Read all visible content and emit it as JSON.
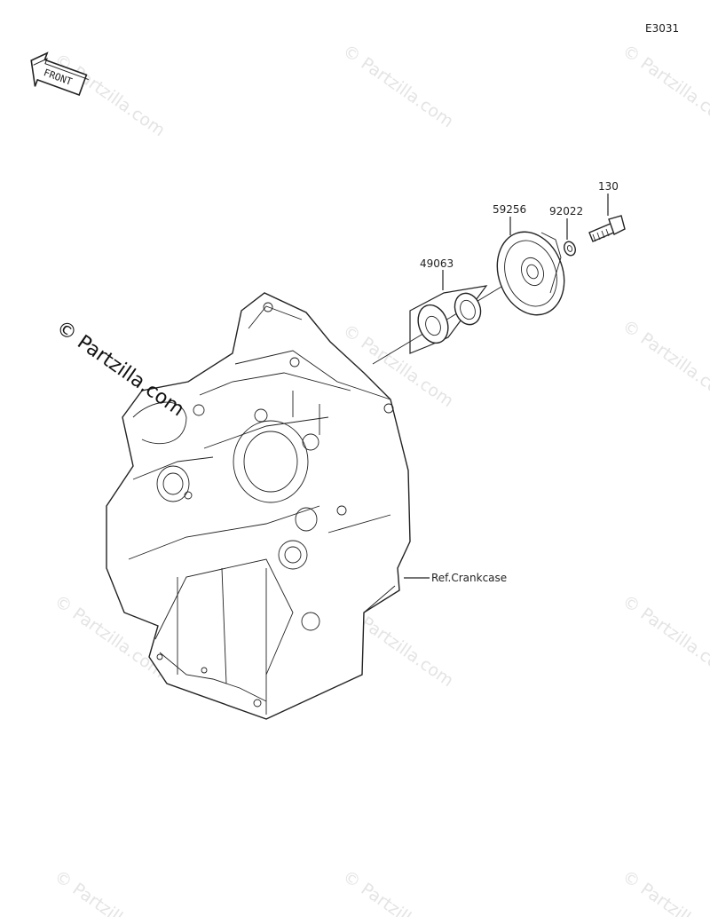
{
  "diagram": {
    "code": "E3031",
    "front_label": "FRONT",
    "ref_label": "Ref.Crankcase",
    "parts": [
      {
        "number": "130"
      },
      {
        "number": "59256"
      },
      {
        "number": "92022"
      },
      {
        "number": "49063"
      }
    ],
    "watermark": "© Partzilla.com"
  }
}
